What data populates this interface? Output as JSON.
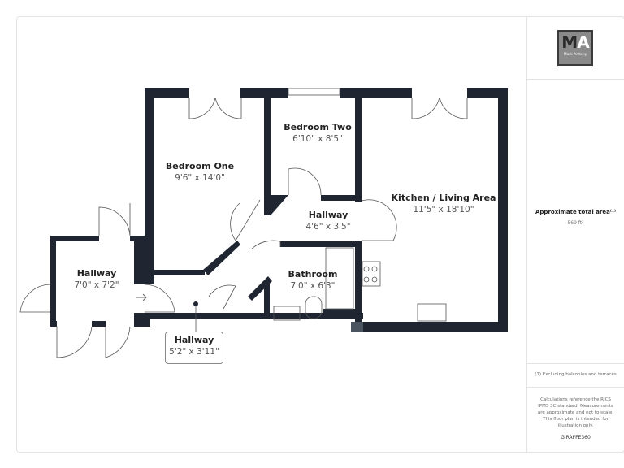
{
  "rooms": [
    {
      "name": "Bedroom One",
      "dims": "9'6\" x 14'0\""
    },
    {
      "name": "Bedroom Two",
      "dims": "6'10\" x 8'5\""
    },
    {
      "name": "Kitchen / Living Area",
      "dims": "11'5\" x 18'10\""
    },
    {
      "name": "Hallway",
      "dims": "4'6\" x 3'5\""
    },
    {
      "name": "Bathroom",
      "dims": "7'0\" x 6'3\""
    },
    {
      "name": "Hallway",
      "dims": "7'0\" x 7'2\""
    },
    {
      "name": "Hallway",
      "dims": "5'2\" x 3'11\""
    }
  ],
  "sidebar": {
    "logo_text": "MA",
    "logo_name": "Mark Antony",
    "area_title": "Approximate total area⁽¹⁾",
    "area_value": "569 ft²",
    "footnote": "(1) Excluding balconies and terraces",
    "disclaimer": "Calculations reference the RICS IPMS 3C standard. Measurements are approximate and not to scale. This floor plan is intended for illustration only.",
    "brand": "GIRAFFE360"
  },
  "colors": {
    "wall": "#1f2632",
    "border": "#e3e3e3"
  }
}
